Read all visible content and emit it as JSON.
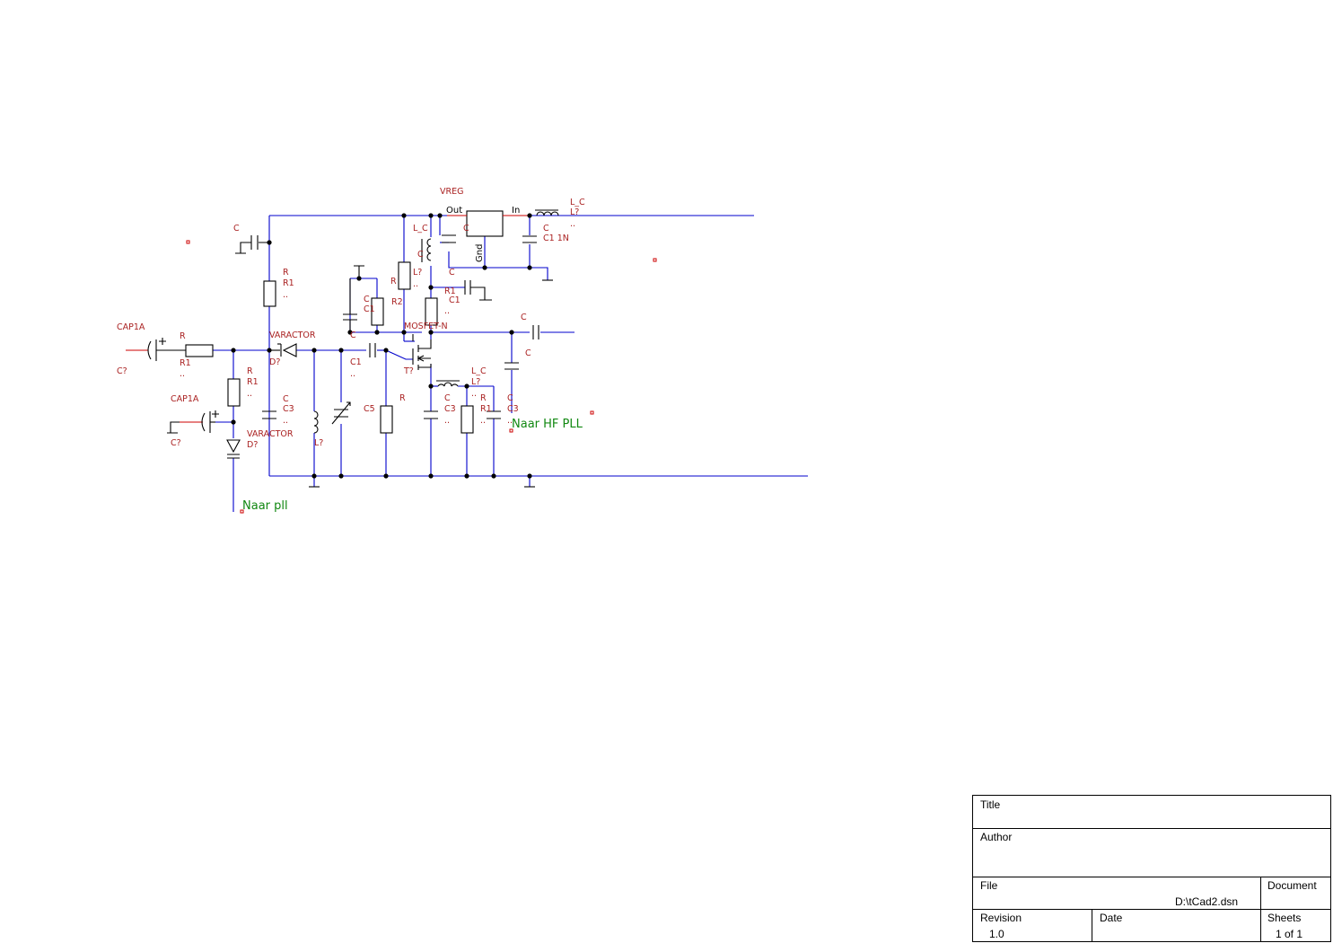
{
  "components": {
    "vreg": {
      "ref": "VREG",
      "pin_out": "Out",
      "pin_in": "In",
      "pin_gnd": "Gnd"
    },
    "l_in": {
      "value": "L_C",
      "ref": "L?",
      "extra": ".."
    },
    "c_in": {
      "value": "C",
      "ref": "C1 1N"
    },
    "c_out": {
      "value": "C",
      "ref": "C"
    },
    "c_top_left": {
      "value": "C"
    },
    "r_top": {
      "value": "R",
      "ref": "R1",
      "extra": ".."
    },
    "cap1a_1": {
      "value": "CAP1A",
      "ref": "C?"
    },
    "r_series": {
      "value": "R",
      "ref": "R1",
      "extra": ".."
    },
    "r_bias": {
      "value": "R",
      "ref": "R1",
      "extra": ".."
    },
    "cap1a_2": {
      "value": "CAP1A",
      "ref": "C?"
    },
    "varactor_1": {
      "value": "VARACTOR",
      "ref": "D?"
    },
    "varactor_2": {
      "value": "VARACTOR",
      "ref": "D?"
    },
    "c_c3": {
      "value": "C",
      "ref": "C3",
      "extra": ".."
    },
    "l_tank": {
      "ref": "L?"
    },
    "c_c1": {
      "value": "C1",
      "extra": ".."
    },
    "c_c5": {
      "value": "C5"
    },
    "r_gate": {
      "value": "R"
    },
    "c_small": {
      "value": "C",
      "ref": "C1"
    },
    "c_fb": {
      "value": "C"
    },
    "r_r2": {
      "value": "R",
      "ref": "R2"
    },
    "l_drain": {
      "value": "L_C",
      "ref": "L?",
      "extra": ".."
    },
    "c_drain": {
      "value": "C"
    },
    "r_drain": {
      "value": "R1",
      "extra": ".."
    },
    "c_drain2": {
      "value": "C1"
    },
    "mosfet": {
      "value": "MOSFET-N",
      "ref": "T?"
    },
    "c_src": {
      "value": "C",
      "ref": "C3",
      "extra": ".."
    },
    "l_src": {
      "value": "L_C",
      "ref": "L?",
      "extra": ".."
    },
    "r_src": {
      "value": "R",
      "ref": "R1",
      "extra": ".."
    },
    "c_src2": {
      "value": "C",
      "ref": "C3",
      "extra": ".."
    },
    "c_out_hf": {
      "value": "C"
    },
    "c_out_hf2": {
      "value": "C"
    }
  },
  "nets": {
    "pll": "Naar pll",
    "hf_pll": "Naar HF PLL"
  },
  "title_block": {
    "title_label": "Title",
    "title_value": "",
    "author_label": "Author",
    "author_value": "",
    "file_label": "File",
    "file_value": "D:\\tCad2.dsn",
    "document_label": "Document",
    "document_value": "",
    "revision_label": "Revision",
    "revision_value": "1.0",
    "date_label": "Date",
    "date_value": "",
    "sheets_label": "Sheets",
    "sheets_value": "1 of 1"
  }
}
